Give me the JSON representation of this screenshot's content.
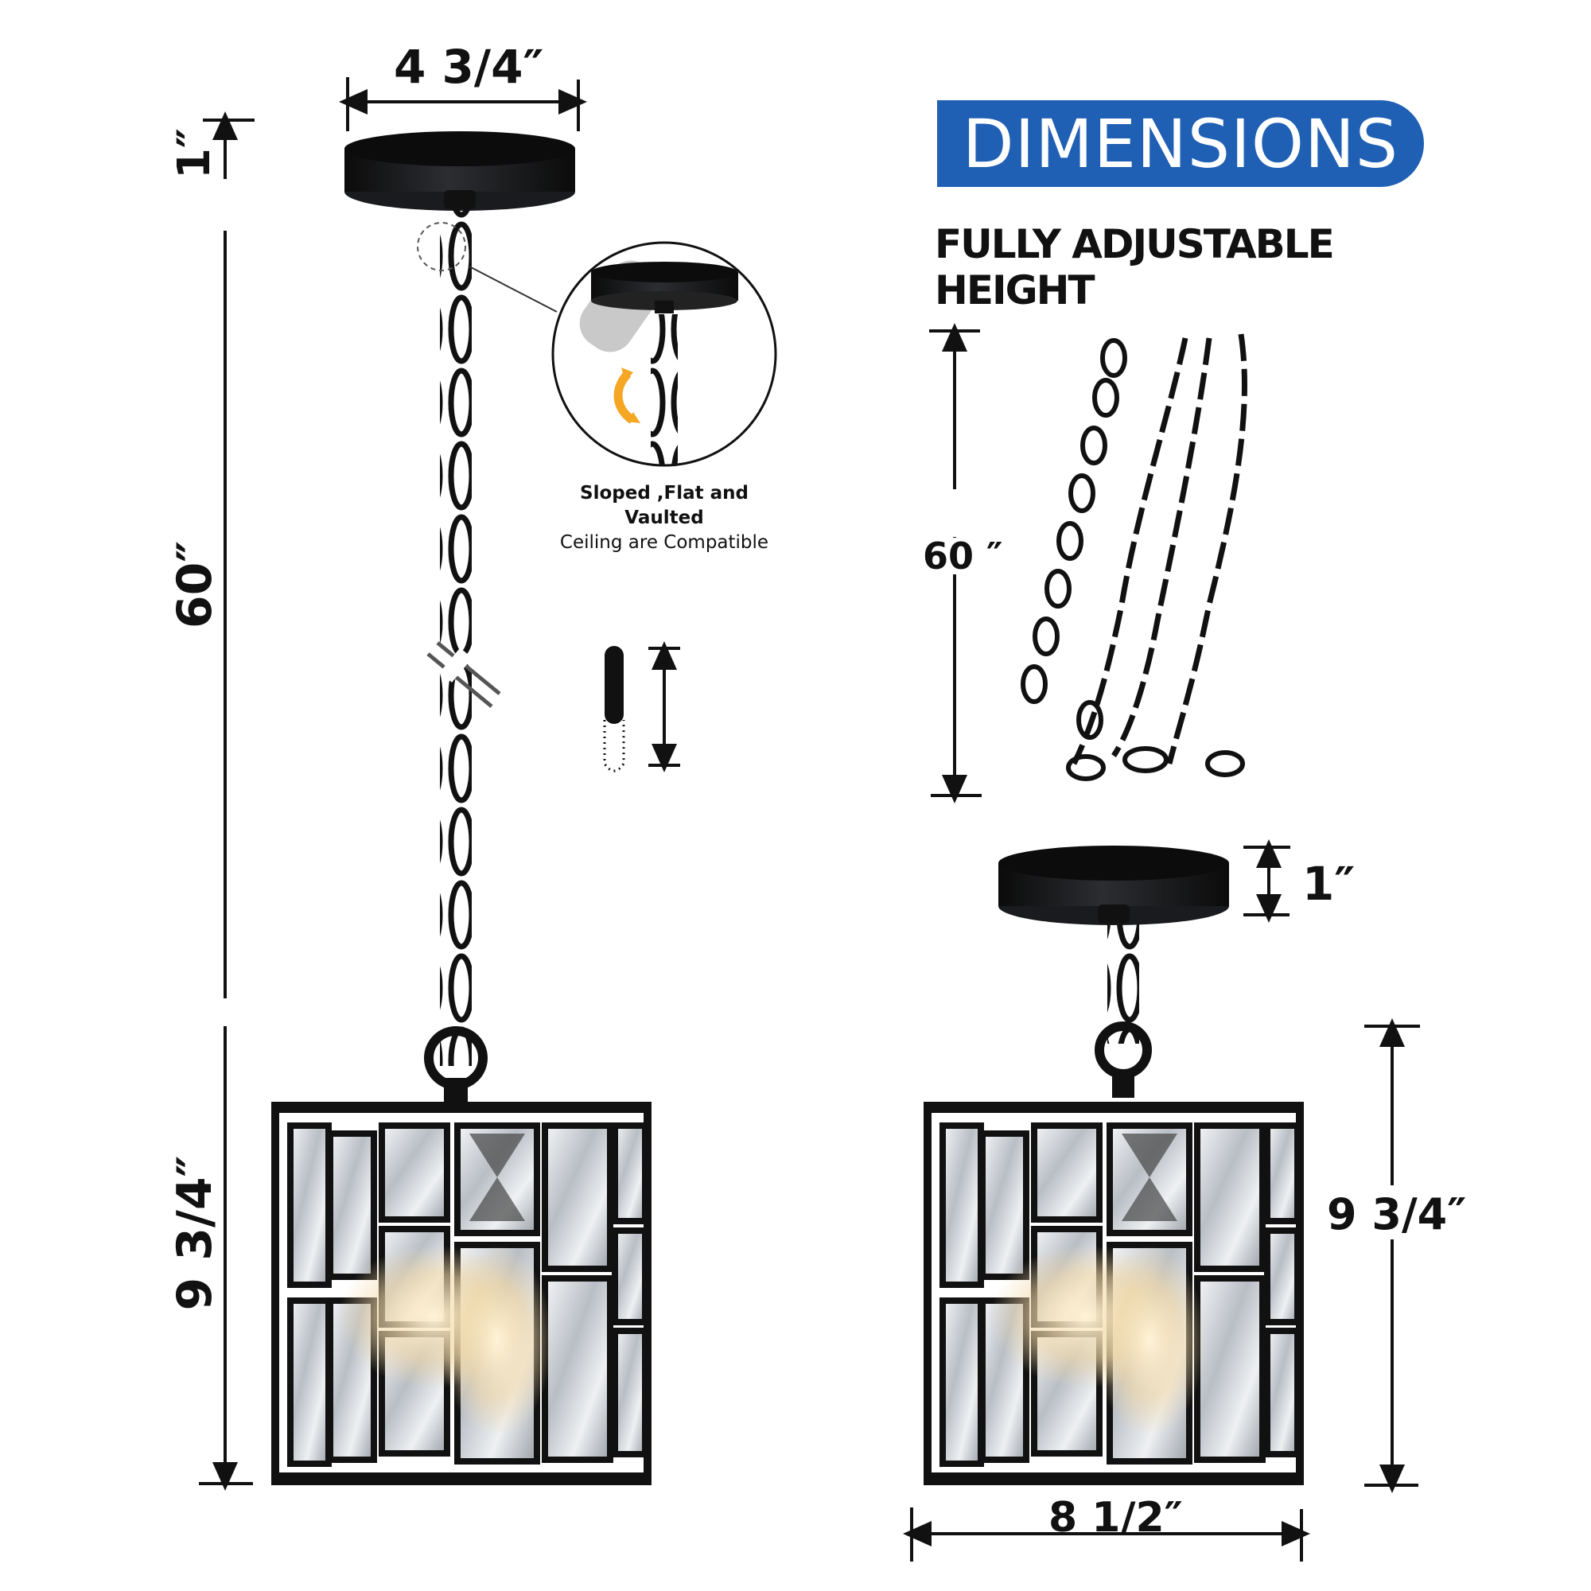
{
  "badge": {
    "title": "DIMENSIONS",
    "color": "#1f5fb4"
  },
  "subheading": {
    "line1": "FULLY ADJUSTABLE",
    "line2": "HEIGHT"
  },
  "inset": {
    "caption_line1": "Sloped ,Flat and Vaulted",
    "caption_line2": "Ceiling are Compatible",
    "arrow_color": "#f5a623"
  },
  "left_view": {
    "canopy_width": "4 3/4″",
    "canopy_height": "1″",
    "chain_length": "60″",
    "shade_height": "9 3/4″"
  },
  "right_view": {
    "chain_length": "60 ″",
    "canopy_height": "1″",
    "shade_height": "9 3/4″",
    "shade_width": "8 1/2″"
  },
  "colors": {
    "metal": "#111111",
    "line": "#111111",
    "crystal": "#d9dde2"
  }
}
